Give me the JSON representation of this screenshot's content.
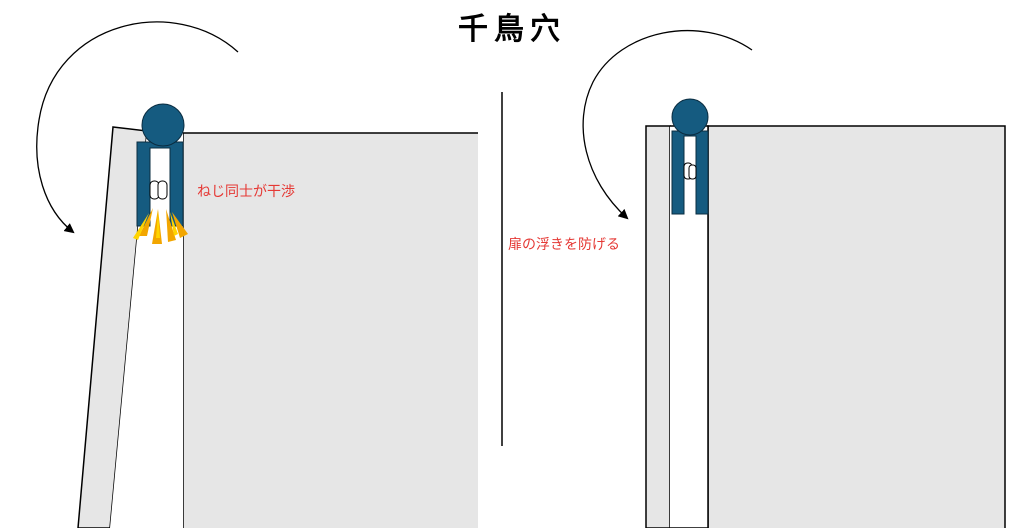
{
  "title": "千鳥穴",
  "annotations": {
    "left": "ねじ同士が干渉",
    "right": "扉の浮きを防げる"
  },
  "colors": {
    "hinge": "#155b80",
    "panel_fill": "#e6e6e6",
    "outline": "#000000",
    "annotation_text": "#e53935",
    "spark_orange": "#f2a600",
    "spark_yellow": "#ffd400"
  },
  "panels": {
    "left": {
      "state": "door rotating, screws interfering"
    },
    "right": {
      "state": "door closed, staggered holes"
    }
  }
}
